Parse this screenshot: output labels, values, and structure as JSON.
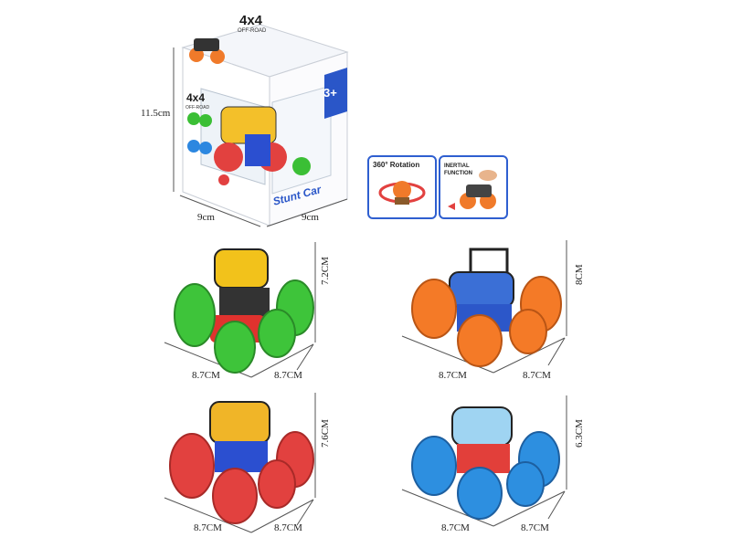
{
  "box": {
    "brand_top": "4x4",
    "brand_top_sub": "OFF-ROAD",
    "brand_side": "4x4",
    "brand_side_sub": "OFF-ROAD",
    "age_badge": "3+",
    "logo_text": "Stunt Car",
    "dim_height": "11.5cm",
    "dim_width_left": "9cm",
    "dim_width_right": "9cm"
  },
  "features": [
    {
      "label": "360° Rotation"
    },
    {
      "label": "INERTIAL FUNCTION"
    }
  ],
  "cars": [
    {
      "name": "green",
      "tire_color": "#3ec43a",
      "body_color": "#f2c21b",
      "chassis_color": "#e0322e",
      "width": "8.7CM",
      "depth": "8.7CM",
      "height": "7.2CM"
    },
    {
      "name": "orange",
      "tire_color": "#f47a27",
      "body_color": "#3b6fd6",
      "chassis_color": "#2c57c9",
      "width": "8.7CM",
      "depth": "8.7CM",
      "height": "8CM"
    },
    {
      "name": "red",
      "tire_color": "#e2413f",
      "body_color": "#f0b528",
      "chassis_color": "#2b4fd0",
      "width": "8.7CM",
      "depth": "8.7CM",
      "height": "7.6CM"
    },
    {
      "name": "blue",
      "tire_color": "#2d8fe0",
      "body_color": "#9fd4f2",
      "chassis_color": "#e23f3a",
      "width": "8.7CM",
      "depth": "8.7CM",
      "height": "6.3CM"
    }
  ]
}
